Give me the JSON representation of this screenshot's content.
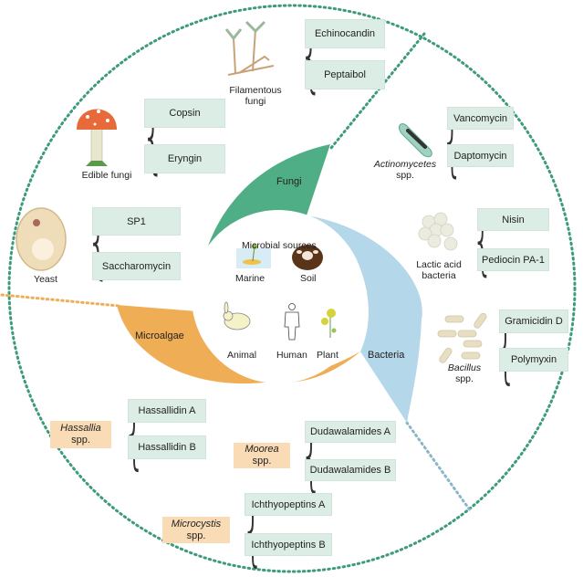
{
  "center": {
    "title": "Microbial sources",
    "sources": [
      "Marine",
      "Soil",
      "Animal",
      "Human",
      "Plant"
    ]
  },
  "categories": {
    "fungi": {
      "label": "Fungi",
      "color": "#4fae85"
    },
    "bacteria": {
      "label": "Bacteria",
      "color": "#b5d7ea"
    },
    "microalgae": {
      "label": "Microalgae",
      "color": "#efae55"
    }
  },
  "groups": {
    "filamentous_fungi": {
      "name_line1": "Filamentous",
      "name_line2": "fungi",
      "peptides": [
        "Echinocandin",
        "Peptaibol"
      ]
    },
    "edible_fungi": {
      "name": "Edible fungi",
      "peptides": [
        "Copsin",
        "Eryngin"
      ]
    },
    "yeast": {
      "name": "Yeast",
      "peptides": [
        "SP1",
        "Saccharomycin"
      ]
    },
    "actinomycetes": {
      "name_italic": "Actinomycetes",
      "name_suffix": "spp.",
      "peptides": [
        "Vancomycin",
        "Daptomycin"
      ]
    },
    "lactic_acid_bacteria": {
      "name_line1": "Lactic acid",
      "name_line2": "bacteria",
      "peptides": [
        "Nisin",
        "Pediocin PA-1"
      ]
    },
    "bacillus": {
      "name_italic": "Bacillus",
      "name_suffix": "spp.",
      "peptides": [
        "Gramicidin D",
        "Polymyxin"
      ]
    },
    "hassallia": {
      "name_italic": "Hassallia",
      "name_suffix": "spp.",
      "peptides": [
        "Hassallidin A",
        "Hassallidin B"
      ]
    },
    "moorea": {
      "name_italic": "Moorea",
      "name_suffix": "spp.",
      "peptides": [
        "Dudawalamides A",
        "Dudawalamides B"
      ]
    },
    "microcystis": {
      "name_italic": "Microcystis",
      "name_suffix": "spp.",
      "peptides": [
        "Ichthyopeptins A",
        "Ichthyopeptins B"
      ]
    }
  },
  "colors": {
    "peptide_box": "#dcede6",
    "genus_box": "#f9dcb5",
    "dotted_line": "#3d9a7a"
  }
}
